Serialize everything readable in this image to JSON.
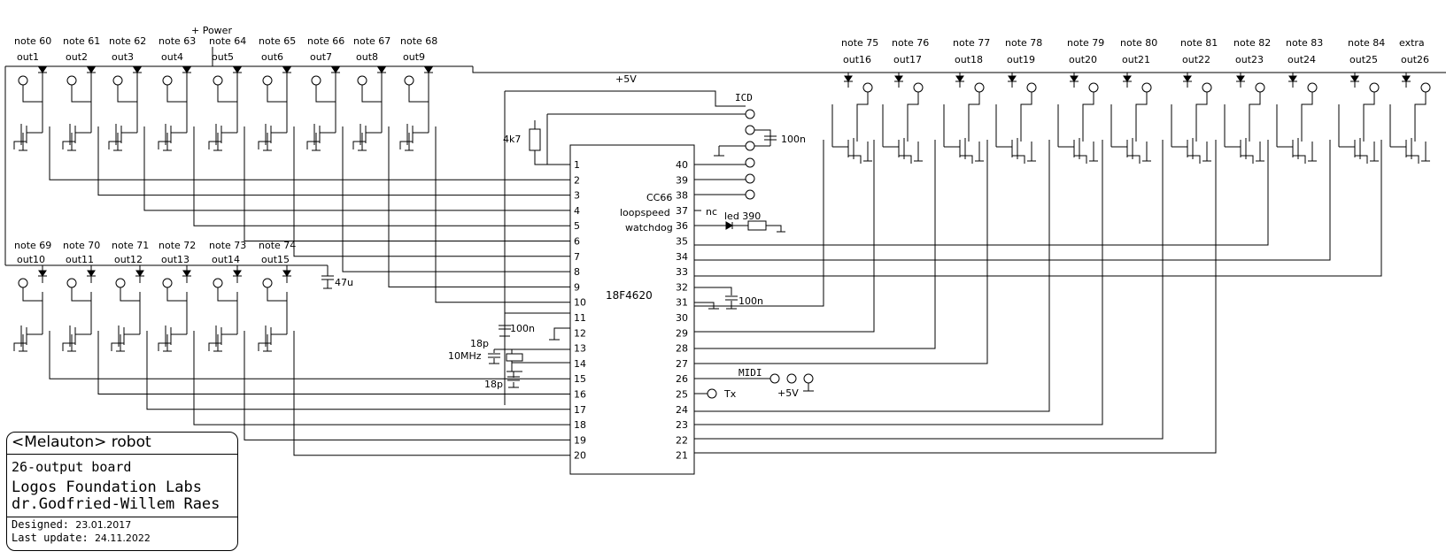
{
  "power_label": "+ Power",
  "vcc_label": "+5V",
  "chip": {
    "name": "18F4620"
  },
  "left_pins": [
    "1",
    "2",
    "3",
    "4",
    "5",
    "6",
    "7",
    "8",
    "9",
    "10",
    "11",
    "12",
    "13",
    "14",
    "15",
    "16",
    "17",
    "18",
    "19",
    "20"
  ],
  "right_pins": [
    "40",
    "39",
    "38",
    "37",
    "36",
    "35",
    "34",
    "33",
    "32",
    "31",
    "30",
    "29",
    "28",
    "27",
    "26",
    "25",
    "24",
    "23",
    "22",
    "21"
  ],
  "pin_functions": {
    "p38": "CC66",
    "p37": "loopspeed",
    "p36": "watchdog"
  },
  "outputs_row1": [
    {
      "note": "note 60",
      "out": "out1"
    },
    {
      "note": "note 61",
      "out": "out2"
    },
    {
      "note": "note 62",
      "out": "out3"
    },
    {
      "note": "note 63",
      "out": "out4"
    },
    {
      "note": "note 64",
      "out": "out5"
    },
    {
      "note": "note 65",
      "out": "out6"
    },
    {
      "note": "note 66",
      "out": "out7"
    },
    {
      "note": "note 67",
      "out": "out8"
    },
    {
      "note": "note 68",
      "out": "out9"
    }
  ],
  "outputs_row2": [
    {
      "note": "note 69",
      "out": "out10"
    },
    {
      "note": "note 70",
      "out": "out11"
    },
    {
      "note": "note 71",
      "out": "out12"
    },
    {
      "note": "note 72",
      "out": "out13"
    },
    {
      "note": "note 73",
      "out": "out14"
    },
    {
      "note": "note 74",
      "out": "out15"
    }
  ],
  "outputs_right": [
    {
      "note": "note 75",
      "out": "out16"
    },
    {
      "note": "note 76",
      "out": "out17"
    },
    {
      "note": "note 77",
      "out": "out18"
    },
    {
      "note": "note 78",
      "out": "out19"
    },
    {
      "note": "note 79",
      "out": "out20"
    },
    {
      "note": "note 80",
      "out": "out21"
    },
    {
      "note": "note 81",
      "out": "out22"
    },
    {
      "note": "note 82",
      "out": "out23"
    },
    {
      "note": "note 83",
      "out": "out24"
    },
    {
      "note": "note 84",
      "out": "out25"
    },
    {
      "note": "extra",
      "out": "out26"
    }
  ],
  "components": {
    "r_pullup": "4k7",
    "c_icd": "100n",
    "icd": "ICD",
    "nc": "nc",
    "led": "led 390",
    "c_bulk": "47u",
    "c_p32": "100n",
    "c_p11": "100n",
    "c_x1": "18p",
    "c_x2": "18p",
    "crystal": "10MHz",
    "midi": "MIDI",
    "midi_vcc": "+5V",
    "tx": "Tx"
  },
  "title_block": {
    "robot": "<Melauton> robot",
    "board": "26-output board",
    "lab1": "Logos Foundation Labs",
    "lab2": "dr.Godfried-Willem Raes",
    "designed_label": "Designed:",
    "designed_date": "23.01.2017",
    "updated_label": "Last update:",
    "updated_date": "24.11.2022"
  }
}
